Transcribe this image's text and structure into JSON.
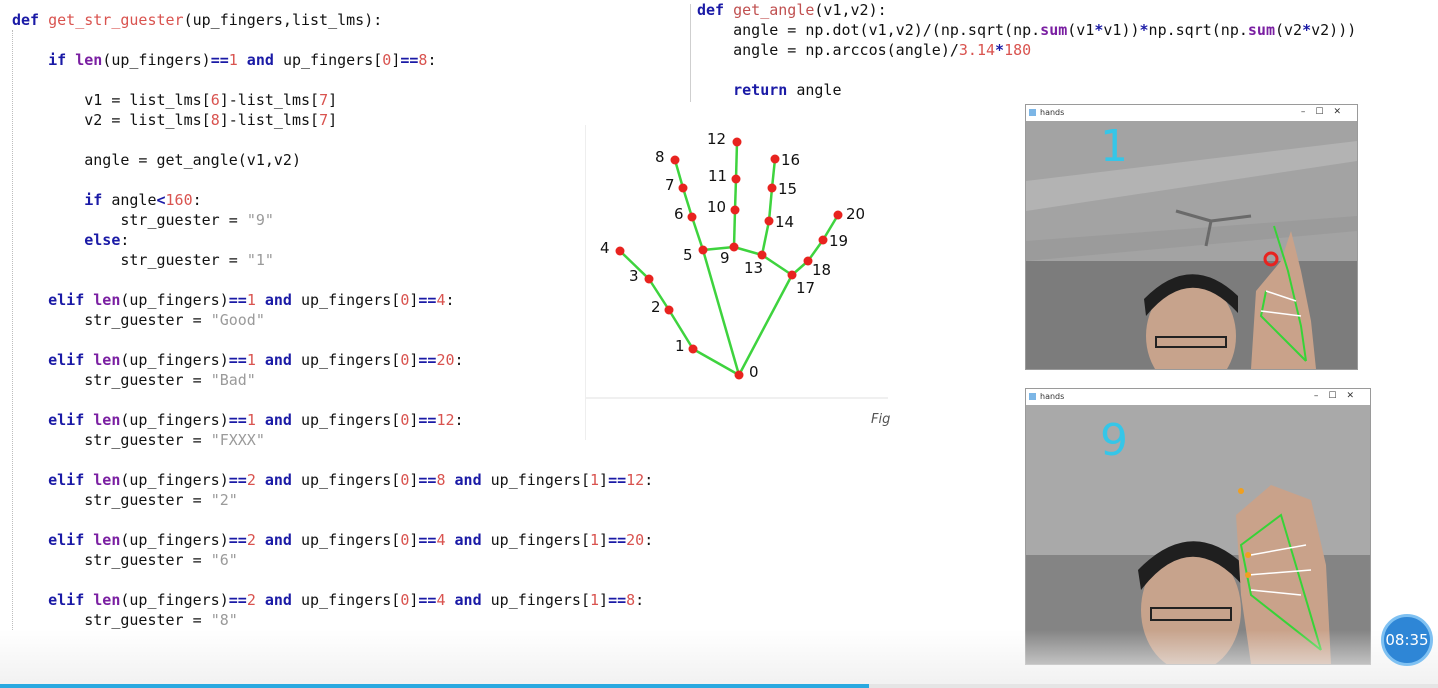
{
  "left_code": {
    "lines": [
      [
        [
          "kw",
          "def "
        ],
        [
          "fn",
          "get_str_guester"
        ],
        [
          "",
          "(up_fingers,list_lms):"
        ]
      ],
      [],
      [
        [
          "",
          "    "
        ],
        [
          "kw",
          "if "
        ],
        [
          "bi",
          "len"
        ],
        [
          "",
          "(up_fingers)"
        ],
        [
          "kw",
          "=="
        ],
        [
          "num",
          "1"
        ],
        [
          "kw",
          " and "
        ],
        [
          "",
          "up_fingers["
        ],
        [
          "num",
          "0"
        ],
        [
          "",
          "]"
        ],
        [
          "kw",
          "=="
        ],
        [
          "num",
          "8"
        ],
        [
          "",
          ":"
        ]
      ],
      [],
      [
        [
          "",
          "        v1 = list_lms["
        ],
        [
          "num",
          "6"
        ],
        [
          "",
          "]-list_lms["
        ],
        [
          "num",
          "7"
        ],
        [
          "",
          "]"
        ]
      ],
      [
        [
          "",
          "        v2 = list_lms["
        ],
        [
          "num",
          "8"
        ],
        [
          "",
          "]-list_lms["
        ],
        [
          "num",
          "7"
        ],
        [
          "",
          "]"
        ]
      ],
      [],
      [
        [
          "",
          "        angle = get_angle(v1,v2)"
        ]
      ],
      [],
      [
        [
          "",
          "        "
        ],
        [
          "kw",
          "if "
        ],
        [
          "",
          "angle"
        ],
        [
          "kw",
          "<"
        ],
        [
          "num",
          "160"
        ],
        [
          "",
          ":"
        ]
      ],
      [
        [
          "",
          "            str_guester = "
        ],
        [
          "str",
          "\"9\""
        ]
      ],
      [
        [
          "",
          "        "
        ],
        [
          "kw",
          "else"
        ],
        [
          "",
          ":"
        ]
      ],
      [
        [
          "",
          "            str_guester = "
        ],
        [
          "str",
          "\"1\""
        ]
      ],
      [],
      [
        [
          "",
          "    "
        ],
        [
          "kw",
          "elif "
        ],
        [
          "bi",
          "len"
        ],
        [
          "",
          "(up_fingers)"
        ],
        [
          "kw",
          "=="
        ],
        [
          "num",
          "1"
        ],
        [
          "kw",
          " and "
        ],
        [
          "",
          "up_fingers["
        ],
        [
          "num",
          "0"
        ],
        [
          "",
          "]"
        ],
        [
          "kw",
          "=="
        ],
        [
          "num",
          "4"
        ],
        [
          "",
          ":"
        ]
      ],
      [
        [
          "",
          "        str_guester = "
        ],
        [
          "str",
          "\"Good\""
        ]
      ],
      [],
      [
        [
          "",
          "    "
        ],
        [
          "kw",
          "elif "
        ],
        [
          "bi",
          "len"
        ],
        [
          "",
          "(up_fingers)"
        ],
        [
          "kw",
          "=="
        ],
        [
          "num",
          "1"
        ],
        [
          "kw",
          " and "
        ],
        [
          "",
          "up_fingers["
        ],
        [
          "num",
          "0"
        ],
        [
          "",
          "]"
        ],
        [
          "kw",
          "=="
        ],
        [
          "num",
          "20"
        ],
        [
          "",
          ":"
        ]
      ],
      [
        [
          "",
          "        str_guester = "
        ],
        [
          "str",
          "\"Bad\""
        ]
      ],
      [],
      [
        [
          "",
          "    "
        ],
        [
          "kw",
          "elif "
        ],
        [
          "bi",
          "len"
        ],
        [
          "",
          "(up_fingers)"
        ],
        [
          "kw",
          "=="
        ],
        [
          "num",
          "1"
        ],
        [
          "kw",
          " and "
        ],
        [
          "",
          "up_fingers["
        ],
        [
          "num",
          "0"
        ],
        [
          "",
          "]"
        ],
        [
          "kw",
          "=="
        ],
        [
          "num",
          "12"
        ],
        [
          "",
          ":"
        ]
      ],
      [
        [
          "",
          "        str_guester = "
        ],
        [
          "str",
          "\"FXXX\""
        ]
      ],
      [],
      [
        [
          "",
          "    "
        ],
        [
          "kw",
          "elif "
        ],
        [
          "bi",
          "len"
        ],
        [
          "",
          "(up_fingers)"
        ],
        [
          "kw",
          "=="
        ],
        [
          "num",
          "2"
        ],
        [
          "kw",
          " and "
        ],
        [
          "",
          "up_fingers["
        ],
        [
          "num",
          "0"
        ],
        [
          "",
          "]"
        ],
        [
          "kw",
          "=="
        ],
        [
          "num",
          "8"
        ],
        [
          "kw",
          " and "
        ],
        [
          "",
          "up_fingers["
        ],
        [
          "num",
          "1"
        ],
        [
          "",
          "]"
        ],
        [
          "kw",
          "=="
        ],
        [
          "num",
          "12"
        ],
        [
          "",
          ":"
        ]
      ],
      [
        [
          "",
          "        str_guester = "
        ],
        [
          "str",
          "\"2\""
        ]
      ],
      [],
      [
        [
          "",
          "    "
        ],
        [
          "kw",
          "elif "
        ],
        [
          "bi",
          "len"
        ],
        [
          "",
          "(up_fingers)"
        ],
        [
          "kw",
          "=="
        ],
        [
          "num",
          "2"
        ],
        [
          "kw",
          " and "
        ],
        [
          "",
          "up_fingers["
        ],
        [
          "num",
          "0"
        ],
        [
          "",
          "]"
        ],
        [
          "kw",
          "=="
        ],
        [
          "num",
          "4"
        ],
        [
          "kw",
          " and "
        ],
        [
          "",
          "up_fingers["
        ],
        [
          "num",
          "1"
        ],
        [
          "",
          "]"
        ],
        [
          "kw",
          "=="
        ],
        [
          "num",
          "20"
        ],
        [
          "",
          ":"
        ]
      ],
      [
        [
          "",
          "        str_guester = "
        ],
        [
          "str",
          "\"6\""
        ]
      ],
      [],
      [
        [
          "",
          "    "
        ],
        [
          "kw",
          "elif "
        ],
        [
          "bi",
          "len"
        ],
        [
          "",
          "(up_fingers)"
        ],
        [
          "kw",
          "=="
        ],
        [
          "num",
          "2"
        ],
        [
          "kw",
          " and "
        ],
        [
          "",
          "up_fingers["
        ],
        [
          "num",
          "0"
        ],
        [
          "",
          "]"
        ],
        [
          "kw",
          "=="
        ],
        [
          "num",
          "4"
        ],
        [
          "kw",
          " and "
        ],
        [
          "",
          "up_fingers["
        ],
        [
          "num",
          "1"
        ],
        [
          "",
          "]"
        ],
        [
          "kw",
          "=="
        ],
        [
          "num",
          "8"
        ],
        [
          "",
          ":"
        ]
      ],
      [
        [
          "",
          "        str_guester = "
        ],
        [
          "str",
          "\"8\""
        ]
      ]
    ]
  },
  "right_code": {
    "lines": [
      [
        [
          "kw",
          "def "
        ],
        [
          "fnr",
          "get_angle"
        ],
        [
          "",
          "(v1,v2):"
        ]
      ],
      [
        [
          "",
          "    angle = np.dot(v1,v2)/(np.sqrt(np."
        ],
        [
          "bi",
          "sum"
        ],
        [
          "",
          "(v1"
        ],
        [
          "kw",
          "*"
        ],
        [
          "",
          "v1))"
        ],
        [
          "kw",
          "*"
        ],
        [
          "",
          "np.sqrt(np."
        ],
        [
          "bi",
          "sum"
        ],
        [
          "",
          "(v2"
        ],
        [
          "kw",
          "*"
        ],
        [
          "",
          "v2)))"
        ]
      ],
      [
        [
          "",
          "    angle = np.arccos(angle)/"
        ],
        [
          "num",
          "3.14"
        ],
        [
          "kw",
          "*"
        ],
        [
          "num",
          "180"
        ]
      ],
      [],
      [
        [
          "",
          "    "
        ],
        [
          "kw",
          "return "
        ],
        [
          "",
          "angle"
        ]
      ]
    ]
  },
  "diagram": {
    "landmarks": [
      "0",
      "1",
      "2",
      "3",
      "4",
      "5",
      "6",
      "7",
      "8",
      "9",
      "10",
      "11",
      "12",
      "13",
      "14",
      "15",
      "16",
      "17",
      "18",
      "19",
      "20"
    ],
    "caption": "Fig"
  },
  "windows": [
    {
      "title": "hands",
      "gesture": "1"
    },
    {
      "title": "hands",
      "gesture": "9"
    }
  ],
  "window_controls": "–☐✕",
  "player": {
    "time": "08:35",
    "progress_percent": 60.4
  },
  "colors": {
    "accent": "#2aa9e0",
    "keyword": "#1a1aa6",
    "number": "#d9534f",
    "bone": "#3ed33e",
    "joint": "#e8231f"
  },
  "icons": [
    "window-app-icon",
    "minimize-icon",
    "maximize-icon",
    "close-icon"
  ]
}
